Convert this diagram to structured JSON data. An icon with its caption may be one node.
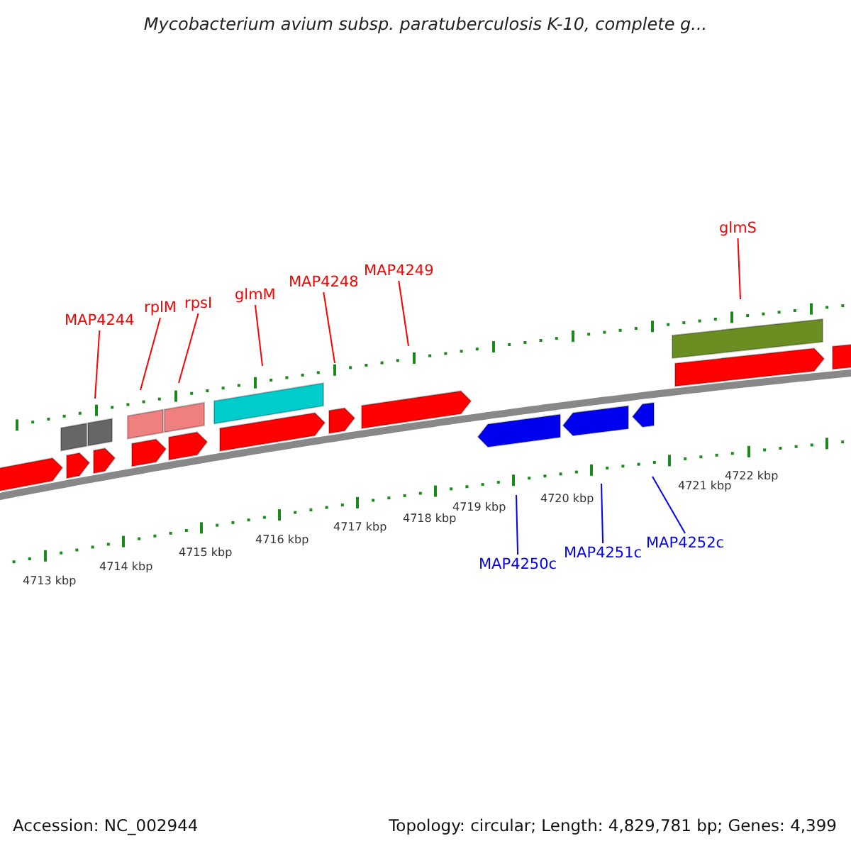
{
  "diagram": {
    "title": "Mycobacterium avium subsp. paratuberculosis K-10, complete g...",
    "nodes": [
      {
        "text": [
          "MAP4244"
        ]
      },
      {
        "text": [
          "rplM"
        ]
      },
      {
        "text": [
          "rpsI"
        ]
      },
      {
        "text": [
          "glmM"
        ]
      },
      {
        "text": [
          "MAP4248"
        ]
      },
      {
        "text": [
          "MAP4249"
        ]
      },
      {
        "text": [
          "glmS"
        ]
      },
      {
        "text": [
          "MAP4250c"
        ]
      },
      {
        "text": [
          "MAP4251c"
        ]
      },
      {
        "text": [
          "MAP4252c"
        ]
      }
    ],
    "edges": [
      {
        "from": 0,
        "to": null,
        "arrow": "none"
      },
      {
        "from": 1,
        "to": null,
        "arrow": "none"
      },
      {
        "from": 2,
        "to": null,
        "arrow": "none"
      },
      {
        "from": 3,
        "to": null,
        "arrow": "none"
      },
      {
        "from": 4,
        "to": null,
        "arrow": "none"
      },
      {
        "from": 5,
        "to": null,
        "arrow": "none"
      },
      {
        "from": 6,
        "to": null,
        "arrow": "none"
      },
      {
        "from": 7,
        "to": null,
        "arrow": "none",
        "color": "#0000ff"
      },
      {
        "from": 8,
        "to": null,
        "arrow": "none",
        "color": "#0000ff"
      },
      {
        "from": 9,
        "to": null,
        "arrow": "none",
        "color": "#0000ff"
      }
    ],
    "labels": [
      "4713 kbp",
      "4714 kbp",
      "4715 kbp",
      "4716 kbp",
      "4717 kbp",
      "4718 kbp",
      "4719 kbp",
      "4720 kbp",
      "4721 kbp",
      "4722 kbp",
      "Accession: NC_002944",
      "Topology: circular; Length: 4,829,781 bp; Genes: 4,399"
    ]
  }
}
